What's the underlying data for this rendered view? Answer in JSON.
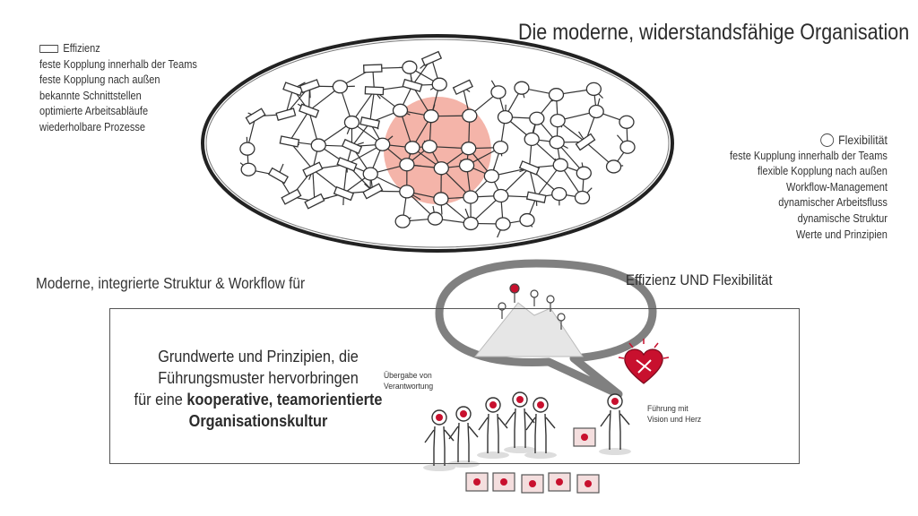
{
  "title": "Die moderne, widerstandsfähige Organisation",
  "efficiency": {
    "heading": "Effizienz",
    "icon": "rectangle-icon",
    "items": [
      "feste Kopplung innerhalb der Teams",
      "feste Kopplung nach außen",
      "bekannte Schnittstellen",
      "optimierte Arbeitsabläufe",
      "wiederholbare Prozesse"
    ]
  },
  "flexibility": {
    "heading": "Flexibilität",
    "icon": "circle-icon",
    "items": [
      "feste Kupplung innerhalb der Teams",
      "flexible Kopplung nach außen",
      "Workflow-Management",
      "dynamischer Arbeitsfluss",
      "dynamische Struktur",
      "Werte und Prinzipien"
    ]
  },
  "subtitle": "Moderne, integrierte Struktur & Workflow für",
  "effizienz_und_flexibilitaet": "Effizienz UND Flexibilität",
  "main_statement": {
    "line1": "Grundwerte und Prinzipien, die",
    "line2": "Führungsmuster hervorbringen",
    "line3_prefix": "für eine ",
    "line3_bold": "kooperative, teamorientierte",
    "line4_bold": "Organisationskultur"
  },
  "notes": {
    "handover_line1": "Übergabe von",
    "handover_line2": "Verantwortung",
    "leadership_line1": "Führung mit",
    "leadership_line2": "Vision und Herz"
  },
  "colors": {
    "core_fill": "#f2a79a",
    "accent_red": "#c8102e",
    "line": "#2a2a2a"
  }
}
